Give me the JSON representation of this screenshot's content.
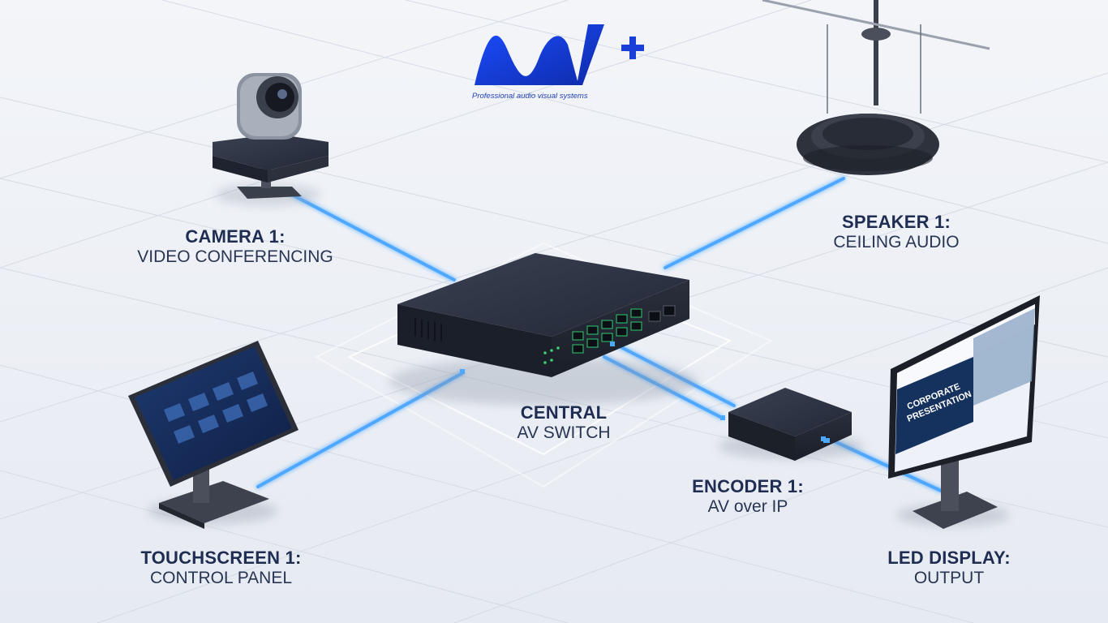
{
  "brand": {
    "logo_text": "AV+",
    "tagline": "Professional audio visual systems",
    "logo_color": "#1a3fd8"
  },
  "devices": {
    "camera": {
      "title": "CAMERA 1:",
      "subtitle": "VIDEO CONFERENCING"
    },
    "speaker": {
      "title": "SPEAKER 1:",
      "subtitle": "CEILING AUDIO"
    },
    "switch": {
      "title": "CENTRAL",
      "subtitle": "AV SWITCH"
    },
    "encoder": {
      "title": "ENCODER 1:",
      "subtitle": "AV over IP"
    },
    "touchscreen": {
      "title": "TOUCHSCREEN 1:",
      "subtitle": "CONTROL PANEL"
    },
    "display": {
      "title": "LED DISPLAY:",
      "subtitle": "OUTPUT"
    }
  },
  "screen_text": {
    "display_heading_line1": "CORPORATE",
    "display_heading_line2": "PRESENTATION"
  },
  "colors": {
    "cable": "#4fa8ff",
    "device_dark": "#2b3040",
    "label_dark": "#1f2d52",
    "background": "#eef1f6"
  },
  "icons": {
    "camera": "ptz-camera-icon",
    "speaker": "ceiling-speaker-icon",
    "switch": "network-switch-icon",
    "encoder": "encoder-box-icon",
    "touchscreen": "touch-panel-icon",
    "display": "monitor-icon"
  }
}
